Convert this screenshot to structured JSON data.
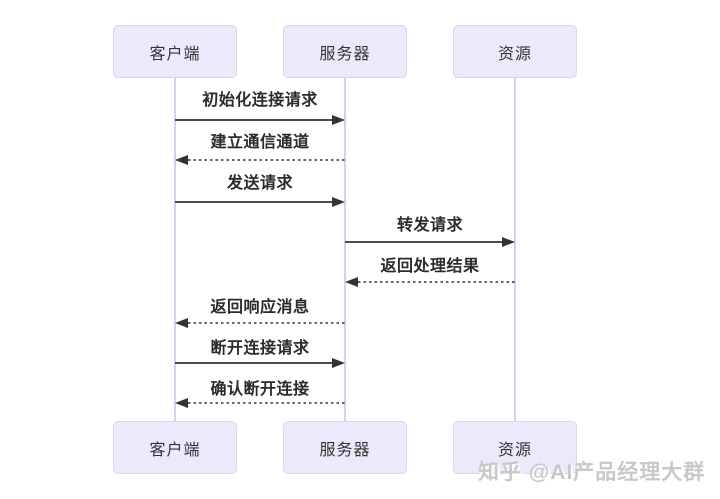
{
  "diagram": {
    "type": "sequence"
  },
  "participants": [
    {
      "name": "客户端"
    },
    {
      "name": "服务器"
    },
    {
      "name": "资源"
    }
  ],
  "messages": [
    {
      "label": "初始化连接请求",
      "from": "客户端",
      "to": "服务器",
      "line": "solid"
    },
    {
      "label": "建立通信通道",
      "from": "服务器",
      "to": "客户端",
      "line": "dashed"
    },
    {
      "label": "发送请求",
      "from": "客户端",
      "to": "服务器",
      "line": "solid"
    },
    {
      "label": "转发请求",
      "from": "服务器",
      "to": "资源",
      "line": "solid"
    },
    {
      "label": "返回处理结果",
      "from": "资源",
      "to": "服务器",
      "line": "dashed"
    },
    {
      "label": "返回响应消息",
      "from": "服务器",
      "to": "客户端",
      "line": "dashed"
    },
    {
      "label": "断开连接请求",
      "from": "客户端",
      "to": "服务器",
      "line": "solid"
    },
    {
      "label": "确认断开连接",
      "from": "服务器",
      "to": "客户端",
      "line": "dashed"
    }
  ],
  "watermark": {
    "text": "知乎 @AI产品经理大群"
  },
  "colors": {
    "background": "#ffffff",
    "actor_fill": "#eceafa",
    "actor_border": "#d8d5f2",
    "lifeline": "#c5c2e6",
    "arrow": "#333333",
    "label_text": "#2b2b2b",
    "watermark": "#c9c8c8"
  }
}
